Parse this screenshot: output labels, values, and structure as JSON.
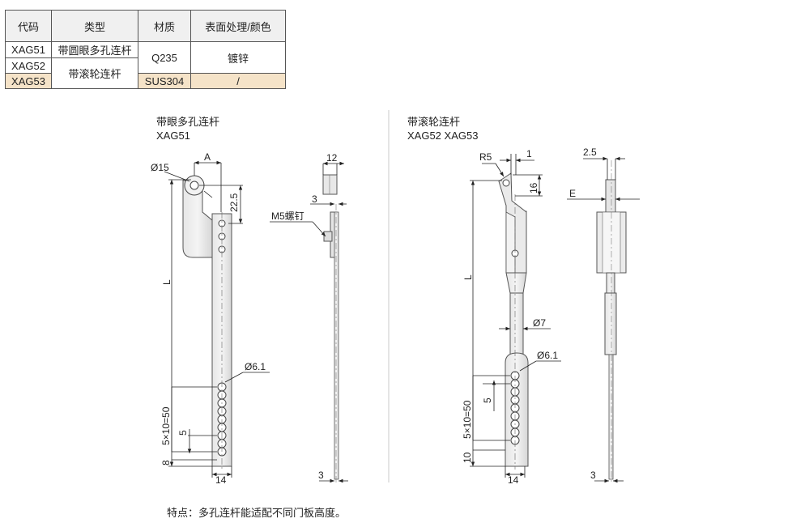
{
  "table": {
    "headers": [
      "代码",
      "类型",
      "材质",
      "表面处理/颜色"
    ],
    "rows": [
      {
        "code": "XAG51",
        "type": "带圆眼多孔连杆"
      },
      {
        "code": "XAG52",
        "type": "带滚轮连杆"
      },
      {
        "code": "XAG53"
      }
    ],
    "material_1": "Q235",
    "material_2": "SUS304",
    "finish_1": "镀锌",
    "finish_2": "/"
  },
  "left_drawing": {
    "caption_1": "带眼多孔连杆",
    "caption_2": "XAG51",
    "dims": {
      "d15": "Ø15",
      "A": "A",
      "d22_5": "22.5",
      "L": "L",
      "d61": "Ø6.1",
      "d5x10": "5×10=50",
      "d5": "5",
      "d8": "8",
      "d14": "14",
      "d12": "12",
      "d3a": "3",
      "m5": "M5螺钉",
      "d3b": "3"
    }
  },
  "right_drawing": {
    "caption_1": "带滚轮连杆",
    "caption_2": "XAG52   XAG53",
    "dims": {
      "r5": "R5",
      "d1": "1",
      "d16": "16",
      "L": "L",
      "d7": "Ø7",
      "d61": "Ø6.1",
      "d5x10": "5×10=50",
      "d5": "5",
      "d10": "10",
      "d14": "14",
      "d2_5": "2.5",
      "E": "E",
      "d3": "3"
    }
  },
  "note": "特点：多孔连杆能适配不同门板高度。"
}
